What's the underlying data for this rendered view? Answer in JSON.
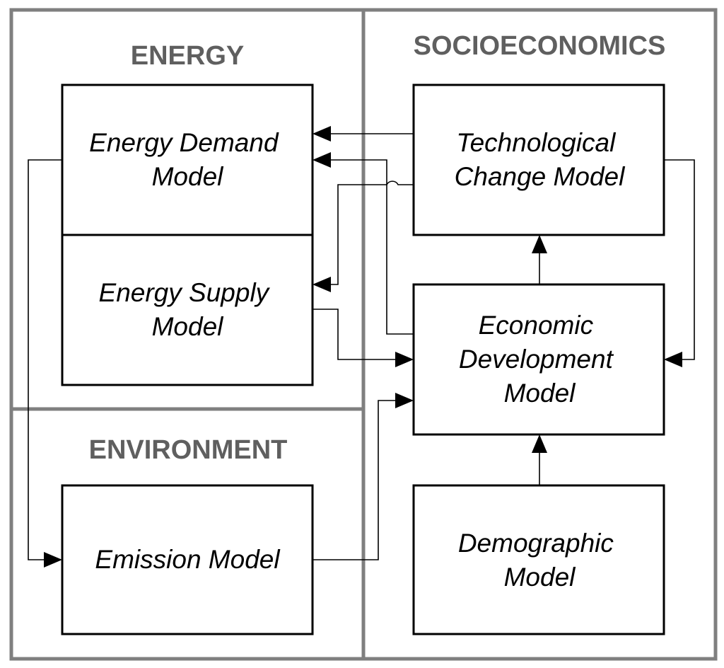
{
  "sections": {
    "energy": "ENERGY",
    "socioeconomics": "SOCIOECONOMICS",
    "environment": "ENVIRONMENT"
  },
  "models": {
    "energy_demand": [
      "Energy Demand",
      "Model"
    ],
    "energy_supply": [
      "Energy Supply",
      "Model"
    ],
    "emission": [
      "Emission Model"
    ],
    "technological_change": [
      "Technological",
      "Change Model"
    ],
    "economic_development": [
      "Economic",
      "Development",
      "Model"
    ],
    "demographic": [
      "Demographic",
      "Model"
    ]
  },
  "links": [
    {
      "from": "technological_change",
      "to": "energy_demand"
    },
    {
      "from": "economic_development",
      "to": "energy_demand"
    },
    {
      "from": "technological_change",
      "to": "energy_supply"
    },
    {
      "from": "energy_supply",
      "to": "economic_development"
    },
    {
      "from": "emission",
      "to": "economic_development"
    },
    {
      "from": "energy_demand",
      "to": "emission"
    },
    {
      "from": "economic_development",
      "to": "technological_change"
    },
    {
      "from": "technological_change",
      "to": "economic_development"
    },
    {
      "from": "demographic",
      "to": "economic_development"
    }
  ],
  "colors": {
    "region_border": "#7f7f7f",
    "section_title": "#5f5f5f",
    "box_border": "#000000",
    "connector": "#000000"
  }
}
